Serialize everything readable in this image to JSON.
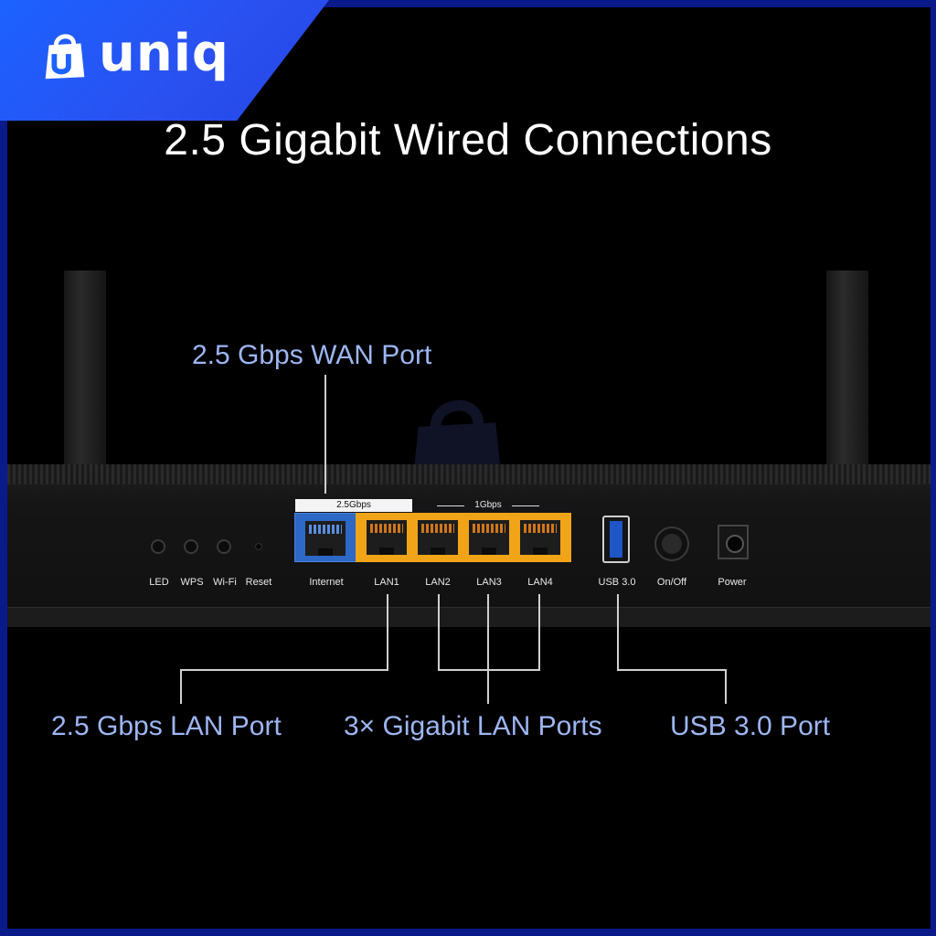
{
  "brand": {
    "logo_text": "uniq",
    "accent": "#1c62ff"
  },
  "headline": "2.5 Gigabit Wired Connections",
  "router": {
    "buttons": [
      "LED",
      "WPS",
      "Wi-Fi",
      "Reset"
    ],
    "wan_tag": "2.5Gbps",
    "lan_tag": "1Gbps",
    "ports": [
      "Internet",
      "LAN1",
      "LAN2",
      "LAN3",
      "LAN4"
    ],
    "usb_label": "USB 3.0",
    "onoff_label": "On/Off",
    "power_label": "Power"
  },
  "callouts": {
    "wan": "2.5 Gbps WAN Port",
    "lan25": "2.5 Gbps LAN Port",
    "gigabit": "3× Gigabit LAN Ports",
    "usb": "USB 3.0 Port"
  },
  "colors": {
    "wan_port": "#2e68c6",
    "lan_ports": "#f1a418",
    "callout_text": "#9db6f2"
  }
}
